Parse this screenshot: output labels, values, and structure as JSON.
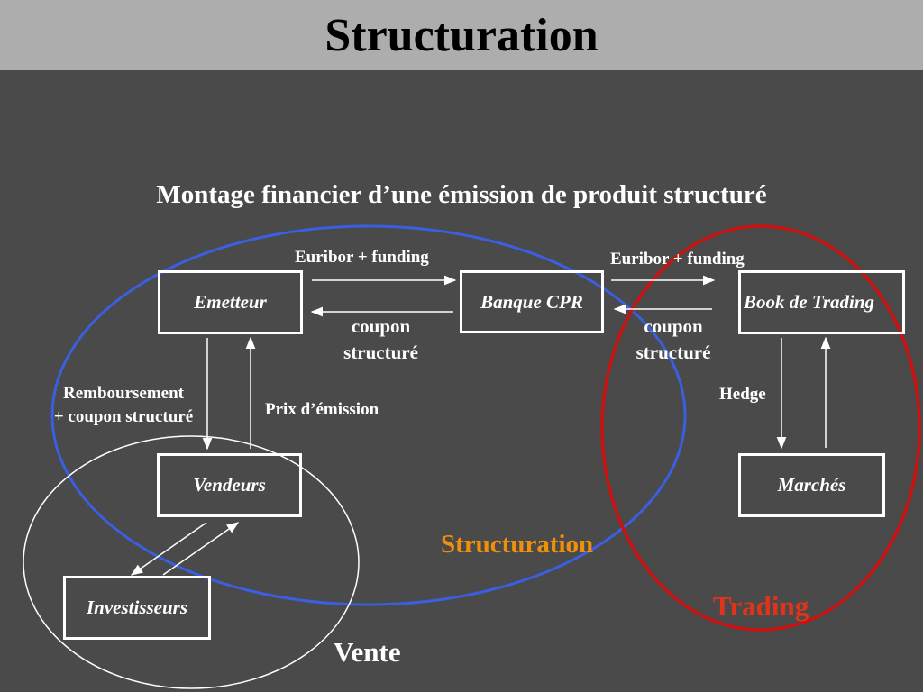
{
  "slide": {
    "title": "Structuration",
    "subtitle": "Montage financier d’une émission de produit structuré"
  },
  "boxes": {
    "emetteur": "Emetteur",
    "banque": "Banque CPR",
    "book": "Book de Trading",
    "vendeurs": "Vendeurs",
    "marches": "Marchés",
    "investisseurs": "Investisseurs"
  },
  "flows": {
    "euribor_left": "Euribor + funding",
    "coupon_left_1": "coupon",
    "coupon_left_2": "structuré",
    "euribor_right": "Euribor + funding",
    "coupon_right_1": "coupon",
    "coupon_right_2": "structuré",
    "remboursement_1": "Remboursement",
    "remboursement_2": "+ coupon structuré",
    "prix_emission": "Prix d’émission",
    "hedge": "Hedge"
  },
  "groups": {
    "structuration": "Structuration",
    "trading": "Trading",
    "vente": "Vente"
  },
  "colors": {
    "background": "#4a4a4a",
    "title_bar": "#adadad",
    "structuration_ellipse": "#3a5fe0",
    "trading_ellipse": "#cc1111",
    "vente_ellipse": "#ffffff",
    "structuration_label": "#f0900a",
    "trading_label": "#e0341a"
  }
}
